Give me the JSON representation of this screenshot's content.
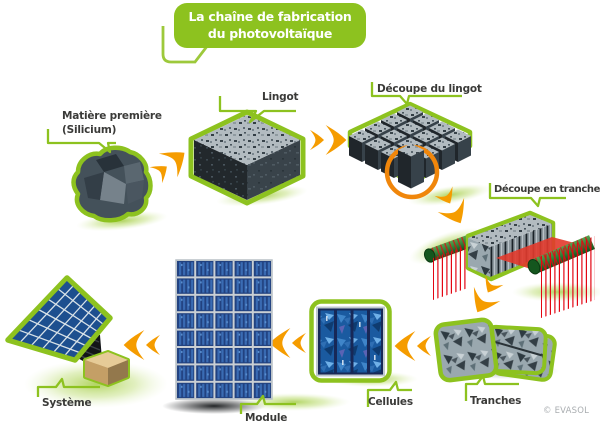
{
  "title": "La chaîne de fabrication\ndu photovoltaïque",
  "credit": "© EVASOL",
  "steps": [
    {
      "id": "matiere-premiere",
      "label": "Matière première\n(Silicium)"
    },
    {
      "id": "lingot",
      "label": "Lingot"
    },
    {
      "id": "decoupe-lingot",
      "label": "Découpe du lingot"
    },
    {
      "id": "decoupe-tranche",
      "label": "Découpe en tranche"
    },
    {
      "id": "tranches",
      "label": "Tranches"
    },
    {
      "id": "cellules",
      "label": "Cellules"
    },
    {
      "id": "module",
      "label": "Module"
    },
    {
      "id": "systeme",
      "label": "Système"
    }
  ],
  "icons": {
    "flow_arrow": "double-chevron-arrow",
    "highlight": "orange-circle-highlight",
    "bubble": "speech-bubble"
  },
  "colors": {
    "green": "#8dc21f",
    "orange": "#f59c00",
    "highlight_orange": "#f0860b",
    "wire_red": "#e30613",
    "cell_blue": "#1b5ca3",
    "module_blue": "#21417f",
    "text": "#3a3a38",
    "credit_gray": "#a9adb0"
  }
}
